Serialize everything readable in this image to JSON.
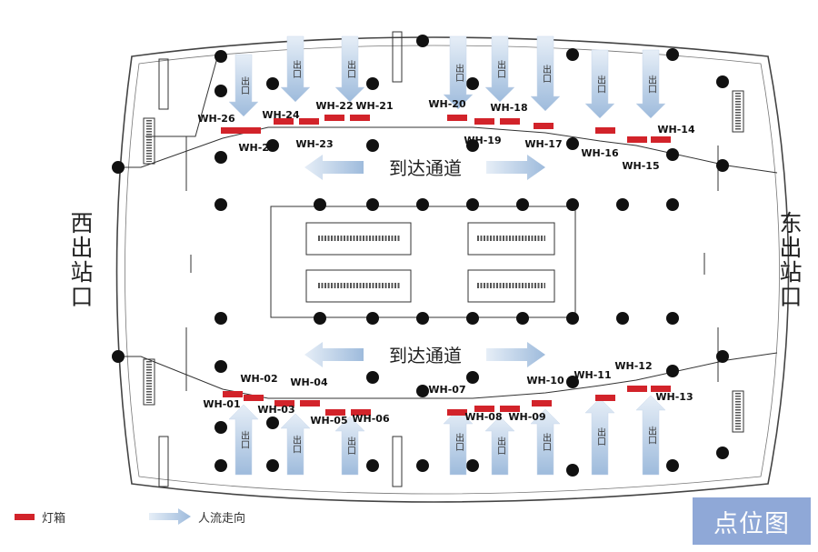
{
  "sides": {
    "west": "西出站口",
    "east": "东出站口"
  },
  "corridor_label": "到达通道",
  "badge": "点位图",
  "legend": {
    "lightbox": "灯箱",
    "flow": "人流走向"
  },
  "exit_word": "出口",
  "lightboxes": [
    {
      "id": "WH-01"
    },
    {
      "id": "WH-02"
    },
    {
      "id": "WH-03"
    },
    {
      "id": "WH-04"
    },
    {
      "id": "WH-05"
    },
    {
      "id": "WH-06"
    },
    {
      "id": "WH-07"
    },
    {
      "id": "WH-08"
    },
    {
      "id": "WH-09"
    },
    {
      "id": "WH-10"
    },
    {
      "id": "WH-11"
    },
    {
      "id": "WH-12"
    },
    {
      "id": "WH-13"
    },
    {
      "id": "WH-14"
    },
    {
      "id": "WH-15"
    },
    {
      "id": "WH-16"
    },
    {
      "id": "WH-17"
    },
    {
      "id": "WH-18"
    },
    {
      "id": "WH-19"
    },
    {
      "id": "WH-20"
    },
    {
      "id": "WH-21"
    },
    {
      "id": "WH-22"
    },
    {
      "id": "WH-23"
    },
    {
      "id": "WH-24"
    },
    {
      "id": "WH-25"
    },
    {
      "id": "WH-26"
    }
  ],
  "colors": {
    "lightbox": "#d2232a",
    "arrow": "#a9c3df",
    "line": "#333333",
    "badge": "#8fa8d7"
  }
}
